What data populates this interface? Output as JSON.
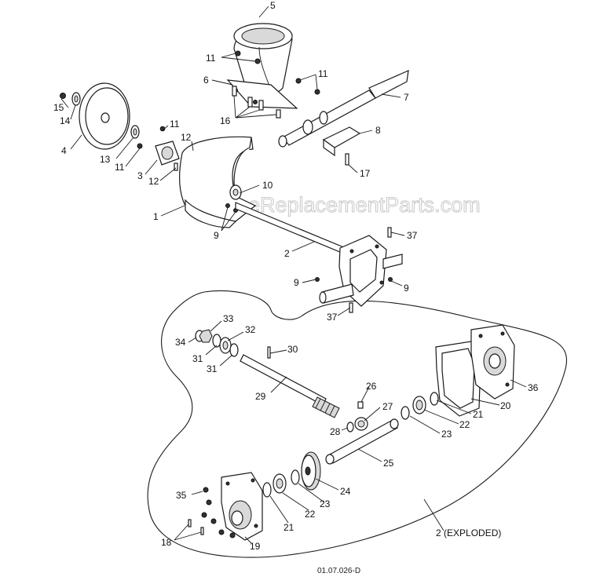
{
  "watermark": "eReplacementParts.com",
  "drawing_number": "01.07.026-D",
  "callouts": {
    "c5": "5",
    "c11a": "11",
    "c6": "6",
    "c11b": "11",
    "c7": "7",
    "c15": "15",
    "c14": "14",
    "c16": "16",
    "c11c": "11",
    "c8": "8",
    "c4": "4",
    "c12a": "12",
    "c13": "13",
    "c11d": "11",
    "c3": "3",
    "c12b": "12",
    "c17": "17",
    "c10": "10",
    "c1": "1",
    "c9a": "9",
    "c37a": "37",
    "c2": "2",
    "c9b": "9",
    "c9c": "9",
    "c37b": "37",
    "c33": "33",
    "c34": "34",
    "c32": "32",
    "c31a": "31",
    "c31b": "31",
    "c30": "30",
    "c29": "29",
    "c26": "26",
    "c27": "27",
    "c28": "28",
    "c36": "36",
    "c20": "20",
    "c21a": "21",
    "c22a": "22",
    "c23a": "23",
    "c25": "25",
    "c24": "24",
    "c35": "35",
    "c18": "18",
    "c19": "19",
    "c21b": "21",
    "c22b": "22",
    "c23b": "23",
    "exploded": "2 (EXPLODED)"
  }
}
